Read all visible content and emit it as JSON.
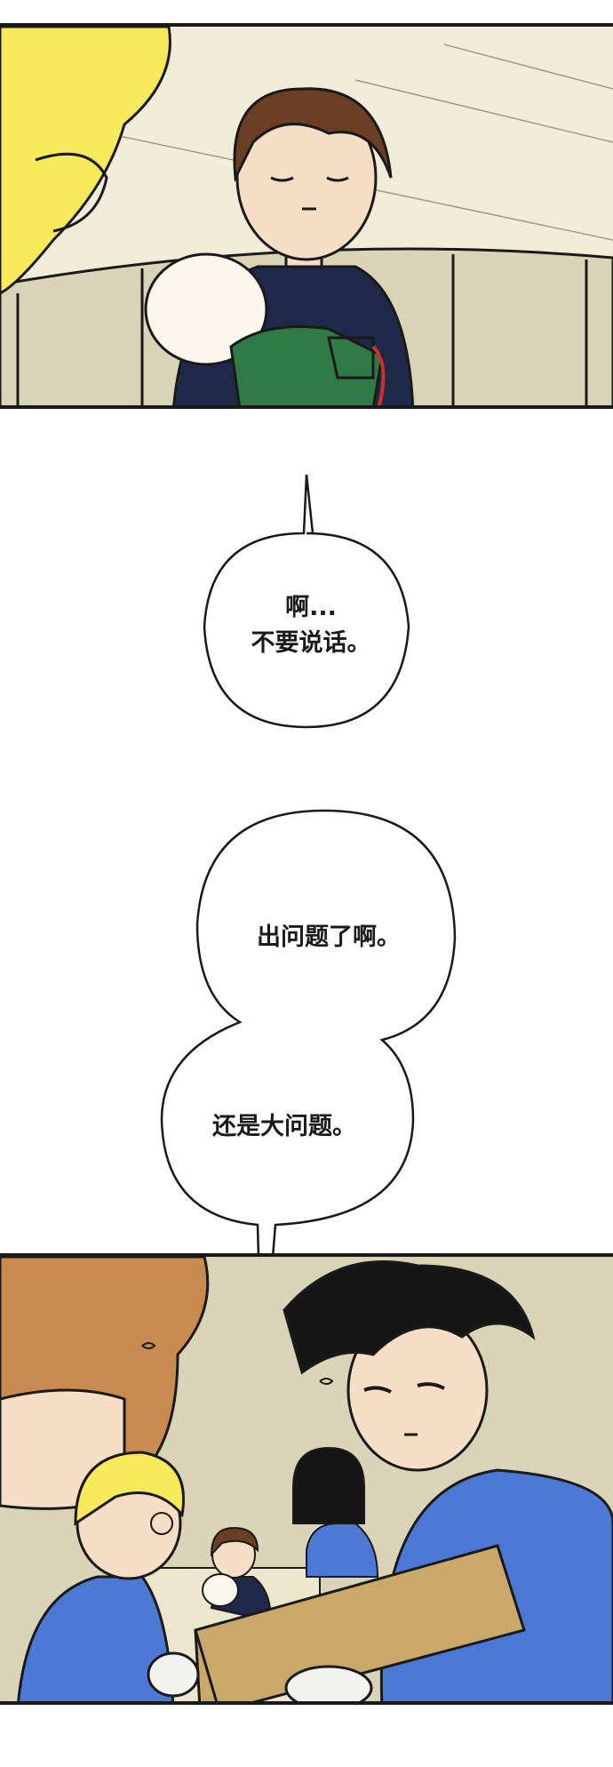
{
  "bubbles": [
    {
      "lines": [
        "啊...",
        "不要说话。"
      ]
    },
    {
      "lines": [
        "出问题了啊。"
      ]
    },
    {
      "lines": [
        "还是大问题。"
      ]
    }
  ],
  "colors": {
    "ink": "#1a1a1a",
    "ceiling": "#f1ecd8",
    "wall": "#d9d3b8",
    "navy_shirt": "#1f2a4a",
    "blue_jacket": "#4d79d6",
    "dog_vest": "#2f7a45",
    "hair_blond": "#f6ea5a",
    "hair_brown": "#6a3f25",
    "hair_black": "#161616",
    "box": "#c9a86a",
    "skin": "#f6ddc6"
  }
}
